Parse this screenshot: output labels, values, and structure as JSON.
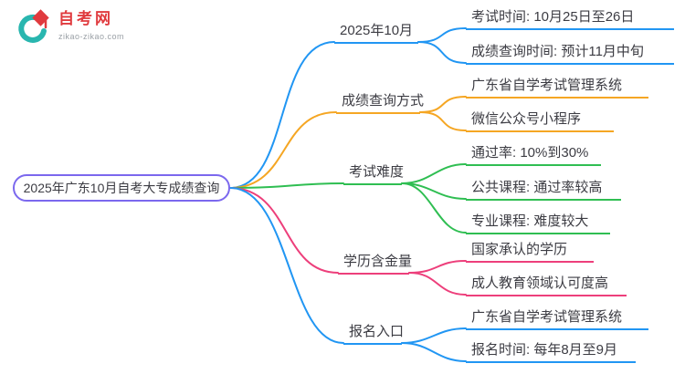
{
  "logo": {
    "title": "自考网",
    "subtitle": "zikao-zikao.com",
    "icon": "graduation-cap-icon",
    "brand_red": "#e03a3e",
    "brand_teal": "#29b6af"
  },
  "root": {
    "label": "2025年广东10月自考大专成绩查询",
    "border_color": "#7b68ee"
  },
  "branches": [
    {
      "label": "2025年10月",
      "color": "#2196f3",
      "children": [
        "考试时间: 10月25日至26日",
        "成绩查询时间: 预计11月中旬"
      ]
    },
    {
      "label": "成绩查询方式",
      "color": "#f5a623",
      "children": [
        "广东省自学考试管理系统",
        "微信公众号小程序"
      ]
    },
    {
      "label": "考试难度",
      "color": "#2fbe52",
      "children": [
        "通过率: 10%到30%",
        "公共课程: 通过率较高",
        "专业课程: 难度较大"
      ]
    },
    {
      "label": "学历含金量",
      "color": "#ed3f7b",
      "children": [
        "国家承认的学历",
        "成人教育领域认可度高"
      ]
    },
    {
      "label": "报名入口",
      "color": "#2196f3",
      "children": [
        "广东省自学考试管理系统",
        "报名时间: 每年8月至9月"
      ]
    }
  ]
}
